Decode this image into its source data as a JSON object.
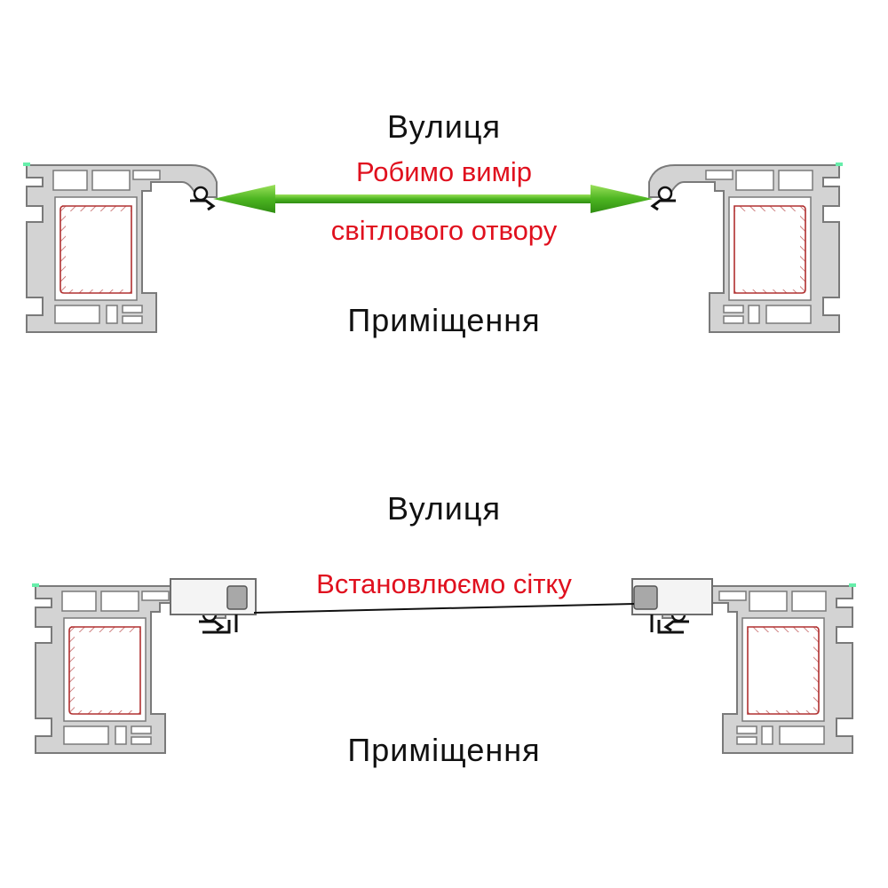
{
  "top_panel": {
    "street_label": "Вулиця",
    "measure_line1": "Робимо вимір",
    "measure_line2": "світлового отвору",
    "room_label": "Приміщення"
  },
  "bottom_panel": {
    "street_label": "Вулиця",
    "install_label": "Встановлюємо сітку",
    "room_label": "Приміщення"
  },
  "colors": {
    "profile_fill": "#d3d3d3",
    "profile_stroke": "#7a7a7a",
    "reinforcement_stroke": "#b03030",
    "arrow": "#5cc22a",
    "red_text": "#e0101e"
  }
}
